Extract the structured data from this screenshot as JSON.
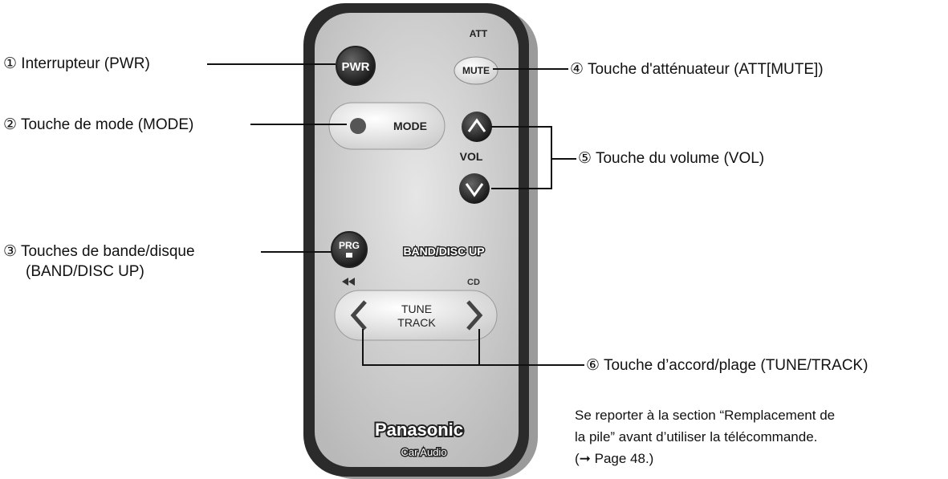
{
  "labels": {
    "l1": "① Interrupteur (PWR)",
    "l2": "② Touche de mode (MODE)",
    "l3a": "③ Touches de bande/disque",
    "l3b": "(BAND/DISC UP)",
    "l4": "④ Touche d'atténuateur (ATT[MUTE])",
    "l5": "⑤ Touche du volume (VOL)",
    "l6": "⑥ Touche d’accord/plage (TUNE/TRACK)"
  },
  "note": {
    "line1": "Se reporter à la section “Remplacement de",
    "line2": "la pile” avant d’utiliser la télécommande.",
    "line3": "(➞ Page 48.)"
  },
  "remote": {
    "pwr": "PWR",
    "att": "ATT",
    "mute": "MUTE",
    "mode": "MODE",
    "vol": "VOL",
    "prg": "PRG",
    "band_disc_up": "BAND/DISC UP",
    "cd": "CD",
    "tune": "TUNE",
    "track": "TRACK",
    "brand": "Panasonic",
    "sub_brand": "Car Audio"
  }
}
